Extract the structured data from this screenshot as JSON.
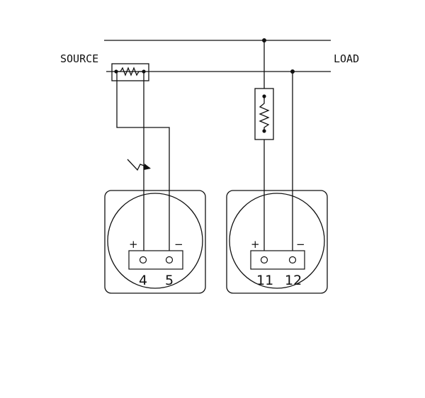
{
  "labels": {
    "source": "SOURCE",
    "load": "LOAD"
  },
  "left_module": {
    "plus": "+",
    "minus": "−",
    "terminal_a": "4",
    "terminal_b": "5"
  },
  "right_module": {
    "plus": "+",
    "minus": "−",
    "terminal_a": "11",
    "terminal_b": "12"
  },
  "colors": {
    "line": "#111111",
    "background": "#ffffff"
  }
}
